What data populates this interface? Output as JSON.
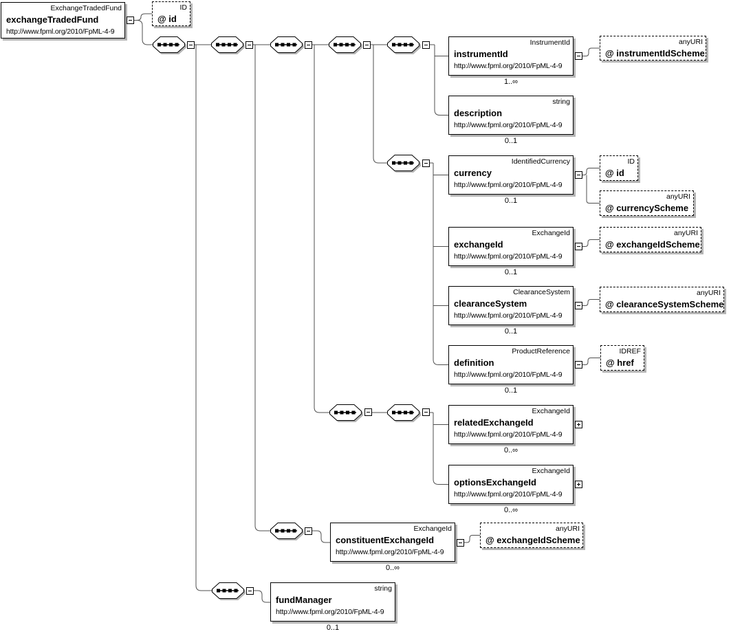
{
  "ns": "http://www.fpml.org/2010/FpML-4-9",
  "root": {
    "type": "ExchangeTradedFund",
    "name": "exchangeTradedFund"
  },
  "elements": {
    "instrumentId": {
      "type": "InstrumentId",
      "name": "instrumentId",
      "cardinality": "1..∞"
    },
    "description": {
      "type": "string",
      "name": "description",
      "cardinality": "0..1"
    },
    "currency": {
      "type": "IdentifiedCurrency",
      "name": "currency",
      "cardinality": "0..1"
    },
    "exchangeId": {
      "type": "ExchangeId",
      "name": "exchangeId",
      "cardinality": "0..1"
    },
    "clearanceSystem": {
      "type": "ClearanceSystem",
      "name": "clearanceSystem",
      "cardinality": "0..1"
    },
    "definition": {
      "type": "ProductReference",
      "name": "definition",
      "cardinality": "0..1"
    },
    "relatedExchangeId": {
      "type": "ExchangeId",
      "name": "relatedExchangeId",
      "cardinality": "0..∞"
    },
    "optionsExchangeId": {
      "type": "ExchangeId",
      "name": "optionsExchangeId",
      "cardinality": "0..∞"
    },
    "constituentExchangeId": {
      "type": "ExchangeId",
      "name": "constituentExchangeId",
      "cardinality": "0..∞"
    },
    "fundManager": {
      "type": "string",
      "name": "fundManager",
      "cardinality": "0..1"
    }
  },
  "attributes": {
    "rootId": {
      "type": "ID",
      "name": "@ id"
    },
    "instrumentIdScheme": {
      "type": "anyURI",
      "name": "@ instrumentIdScheme"
    },
    "currencyId": {
      "type": "ID",
      "name": "@ id"
    },
    "currencyScheme": {
      "type": "anyURI",
      "name": "@ currencyScheme"
    },
    "exchangeIdScheme": {
      "type": "anyURI",
      "name": "@ exchangeIdScheme"
    },
    "clearanceSystemScheme": {
      "type": "anyURI",
      "name": "@ clearanceSystemScheme"
    },
    "href": {
      "type": "IDREF",
      "name": "@ href"
    },
    "constituentExchangeIdScheme": {
      "type": "anyURI",
      "name": "@ exchangeIdScheme"
    }
  },
  "colors": {
    "shadow": "#b4b4b4",
    "line": "#4f4f4f",
    "border": "#000000",
    "background": "#ffffff"
  }
}
